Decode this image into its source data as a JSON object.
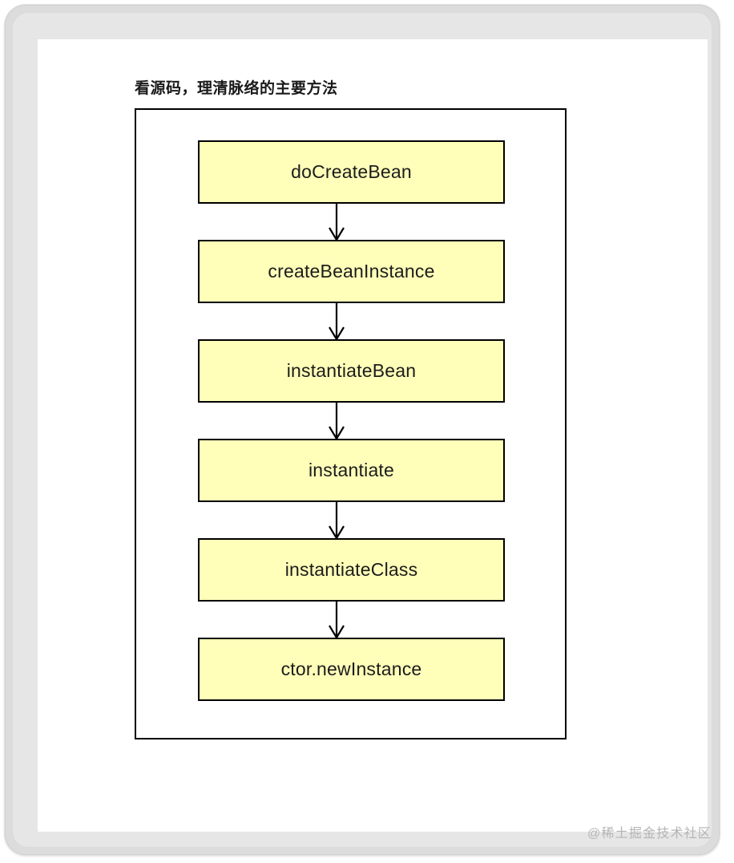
{
  "page": {
    "background_color": "#ffffff",
    "frame_color": "#dcdcdc",
    "canvas_color": "#ffffff"
  },
  "diagram": {
    "title": "看源码，理清脉络的主要方法",
    "border_color": "#000000",
    "node_fill_color": "#ffffb9",
    "node_text_color": "#1c1c1c",
    "arrow_color": "#000000",
    "nodes": [
      {
        "id": "node-do-create-bean",
        "label": "doCreateBean"
      },
      {
        "id": "node-create-bean-instance",
        "label": "createBeanInstance"
      },
      {
        "id": "node-instantiate-bean",
        "label": "instantiateBean"
      },
      {
        "id": "node-instantiate",
        "label": "instantiate"
      },
      {
        "id": "node-instantiate-class",
        "label": "instantiateClass"
      },
      {
        "id": "node-ctor-new-instance",
        "label": "ctor.newInstance"
      }
    ],
    "edges": [
      {
        "from": "doCreateBean",
        "to": "createBeanInstance"
      },
      {
        "from": "createBeanInstance",
        "to": "instantiateBean"
      },
      {
        "from": "instantiateBean",
        "to": "instantiate"
      },
      {
        "from": "instantiate",
        "to": "instantiateClass"
      },
      {
        "from": "instantiateClass",
        "to": "ctor.newInstance"
      }
    ]
  },
  "watermark": {
    "text": "@稀土掘金技术社区",
    "color": "#b4b4b4"
  }
}
